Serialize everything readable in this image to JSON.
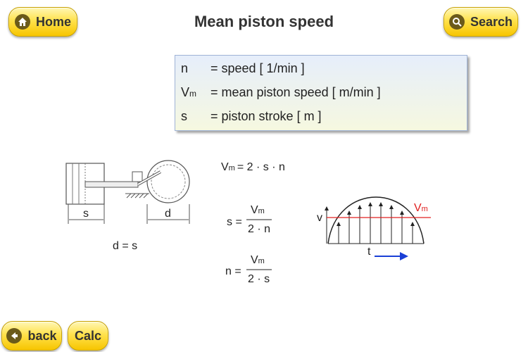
{
  "header": {
    "title": "Mean piston speed",
    "home_label": "Home",
    "search_label": "Search"
  },
  "definitions": [
    {
      "symbol": "n",
      "subscript": "",
      "description": "= speed [ 1/min ]"
    },
    {
      "symbol": "V",
      "subscript": "m",
      "description": "= mean piston speed [ m/min ]"
    },
    {
      "symbol": "s",
      "subscript": "",
      "description": "= piston stroke [ m ]"
    }
  ],
  "diagram": {
    "stroke_label": "s",
    "diameter_label": "d",
    "relation": "d = s",
    "v_axis_label": "v",
    "mean_label_main": "V",
    "mean_label_sub": "m",
    "time_label": "t"
  },
  "formulas": {
    "vm": {
      "lhs": "V",
      "lhs_sub": "m",
      "rhs": "= 2 · s · n"
    },
    "s": {
      "lhs": "s =",
      "num": "V",
      "num_sub": "m",
      "den": "2 · n"
    },
    "n": {
      "lhs": "n =",
      "num": "V",
      "num_sub": "m",
      "den": "2 · s"
    }
  },
  "footer": {
    "back_label": "back",
    "calc_label": "Calc"
  },
  "colors": {
    "button_gold": "#ffe24d",
    "mean_line": "#e02020",
    "time_arrow": "#1a3fd6"
  }
}
